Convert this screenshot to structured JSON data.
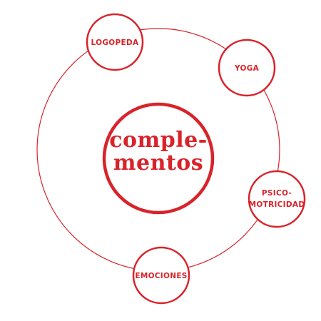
{
  "accent_color": "#d8232a",
  "center": {
    "line1": "comple-",
    "line2": "mentos"
  },
  "nodes": {
    "logopeda": "LOGOPEDA",
    "yoga": "YOGA",
    "psicomotricidad_line1": "PSICO-",
    "psicomotricidad_line2": "MOTRICIDAD",
    "emociones": "EMOCIONES"
  }
}
